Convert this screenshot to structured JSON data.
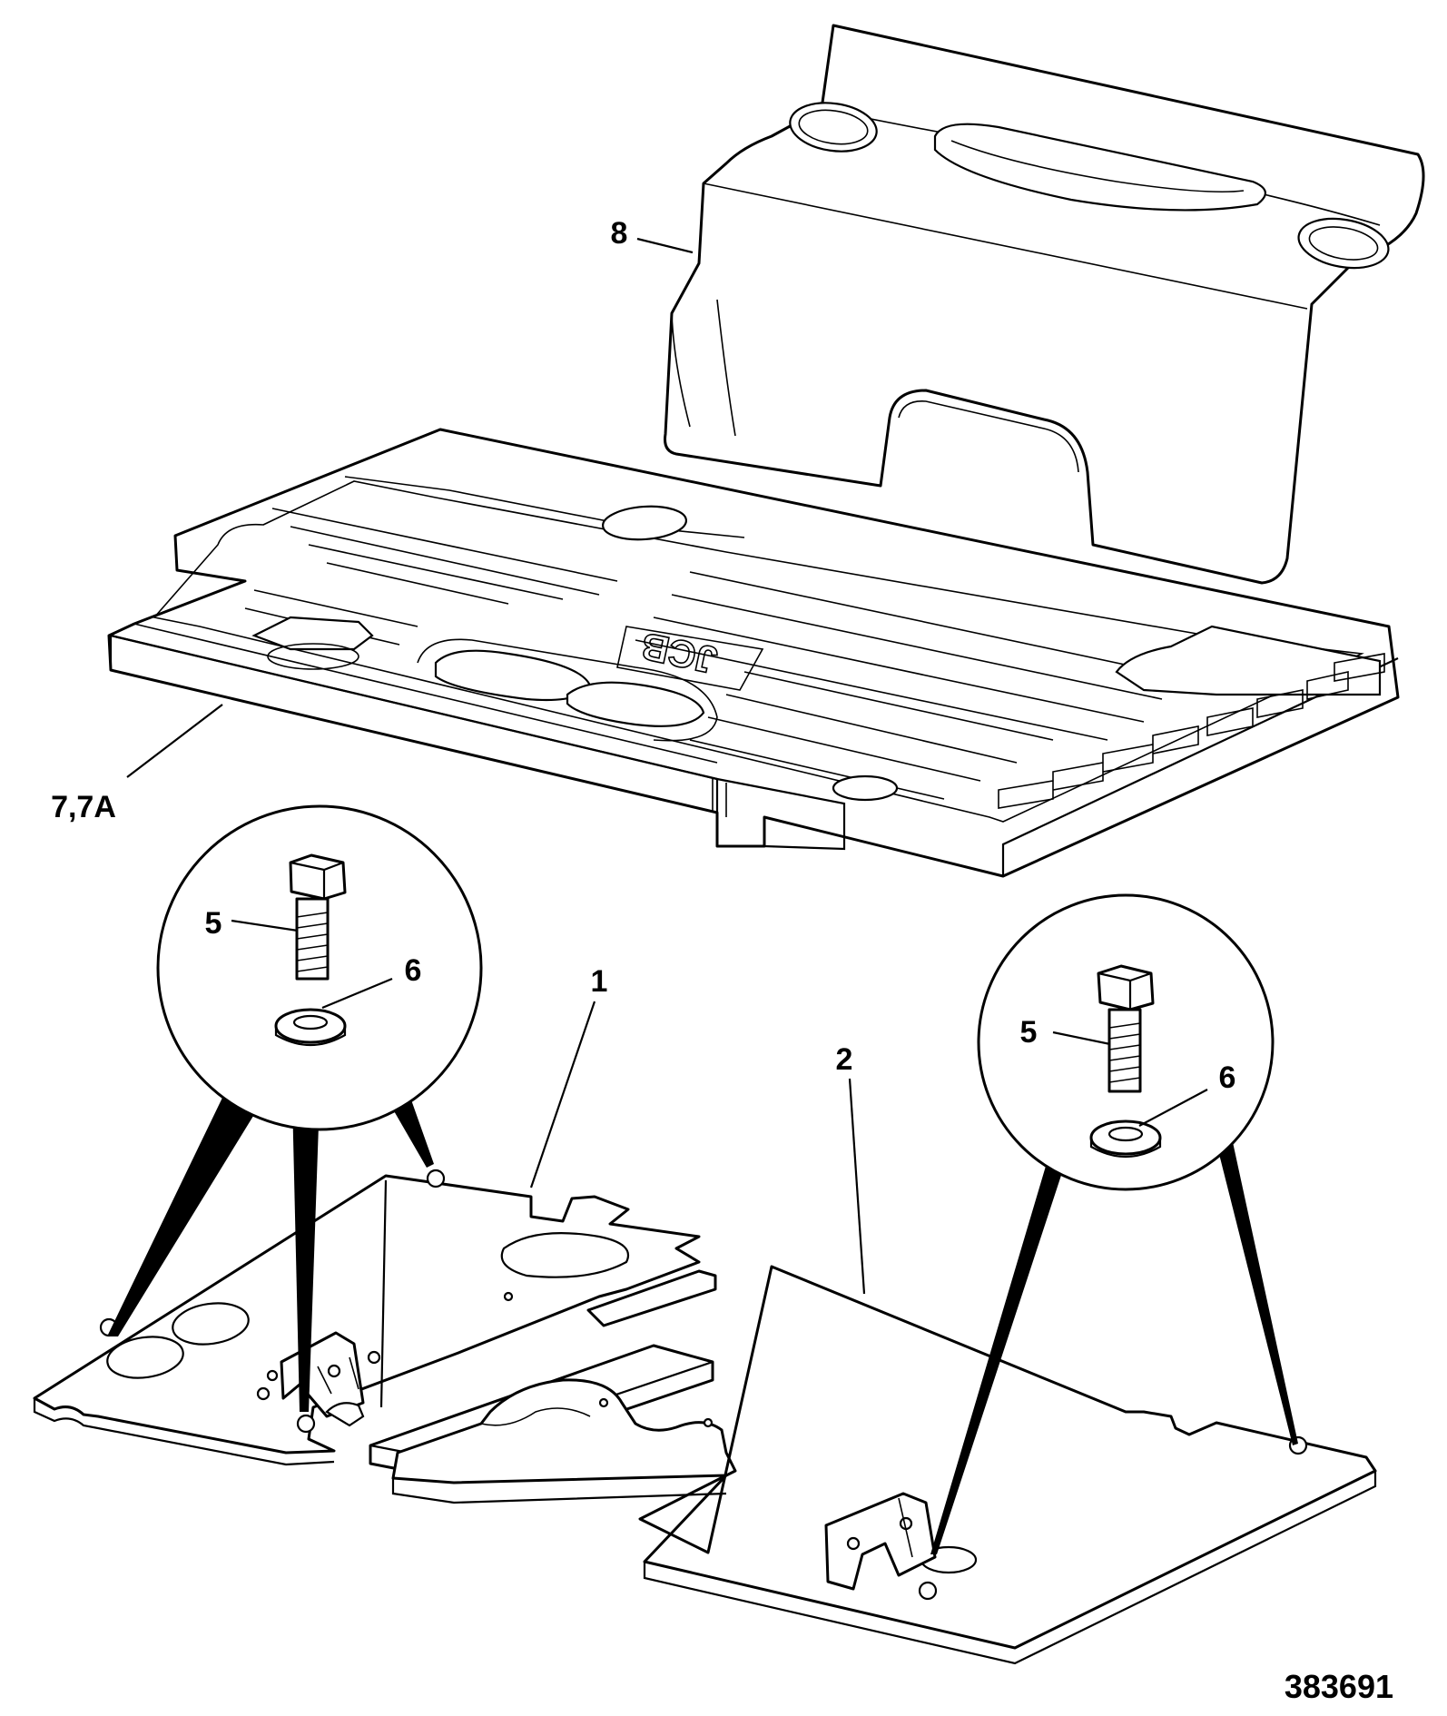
{
  "figure": {
    "figure_number": "383691"
  },
  "callouts": [
    {
      "id": "c8",
      "text": "8"
    },
    {
      "id": "c7",
      "text": "7,7A"
    },
    {
      "id": "c5a",
      "text": "5"
    },
    {
      "id": "c6a",
      "text": "6"
    },
    {
      "id": "c1",
      "text": "1"
    },
    {
      "id": "c2",
      "text": "2"
    },
    {
      "id": "c5b",
      "text": "5"
    },
    {
      "id": "c6b",
      "text": "6"
    }
  ],
  "mat_logo": "JCB"
}
